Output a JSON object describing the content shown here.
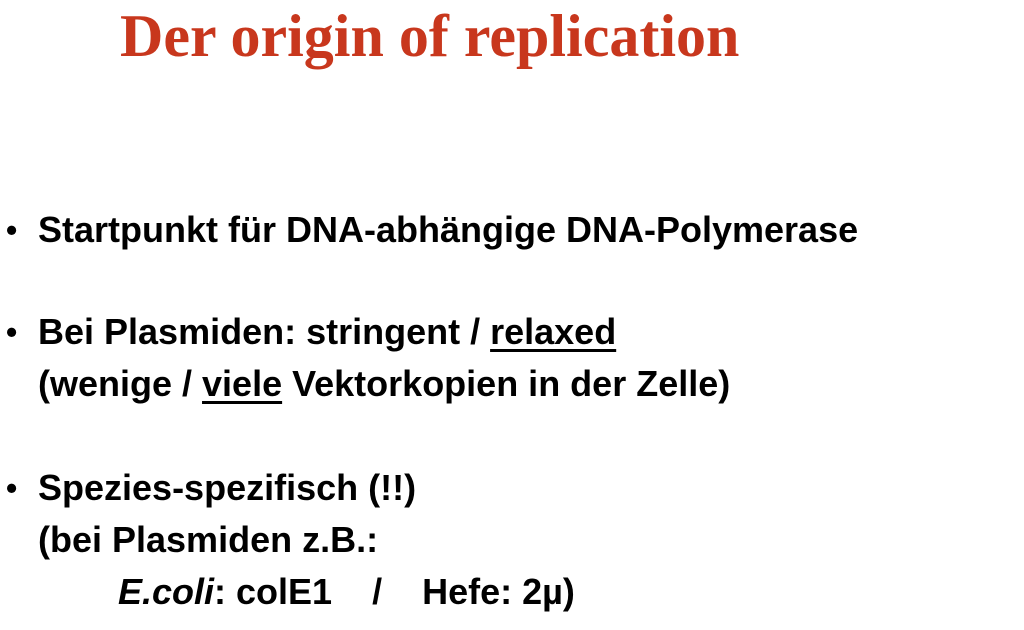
{
  "title": "Der origin of replication",
  "bullets": {
    "b1": {
      "line1": "Startpunkt für DNA-abhängige DNA-Polymerase"
    },
    "b2": {
      "line1_prefix": "Bei Plasmiden: stringent / ",
      "line1_underlined": "relaxed",
      "line2_prefix": "(wenige / ",
      "line2_underlined": "viele",
      "line2_suffix": " Vektorkopien in der Zelle)"
    },
    "b3": {
      "line1": "Spezies-spezifisch (!!)",
      "line2": "(bei Plasmiden z.B.:",
      "line3_italic": "E.coli",
      "line3_part1": ": colE1",
      "line3_sep": "/",
      "line3_part2": "Hefe: 2µ)"
    }
  },
  "bullet_symbol": "•"
}
